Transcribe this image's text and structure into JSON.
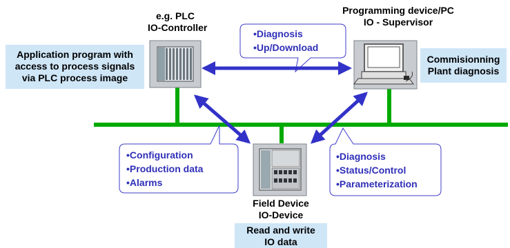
{
  "plc": {
    "title_lines": [
      "e.g. PLC",
      "IO-Controller"
    ],
    "side_box_lines": [
      "Application program with",
      "access to process signals",
      "via PLC process image"
    ]
  },
  "pc": {
    "title_lines": [
      "Programming device/PC",
      "IO - Supervisor"
    ],
    "side_box_lines": [
      "Commisionning",
      "Plant diagnosis"
    ]
  },
  "field_device": {
    "title_lines": [
      "Field Device",
      "IO-Device"
    ],
    "side_box_lines": [
      "Read and write",
      "IO data"
    ]
  },
  "callouts": {
    "top": [
      "•Diagnosis",
      "•Up/Download"
    ],
    "left": [
      "•Configuration",
      "•Production data",
      "•Alarms"
    ],
    "right": [
      "•Diagnosis",
      "•Status/Control",
      "•Parameterization"
    ]
  },
  "colors": {
    "bus": "#00aa00",
    "arrow": "#3232c8",
    "callout_text": "#2f2fb8",
    "label_box": "#cfe6f7",
    "device_frame": "#c8ccd0"
  },
  "icons": [
    "plc-rack-icon",
    "pc-workstation-icon",
    "field-device-module-icon"
  ]
}
